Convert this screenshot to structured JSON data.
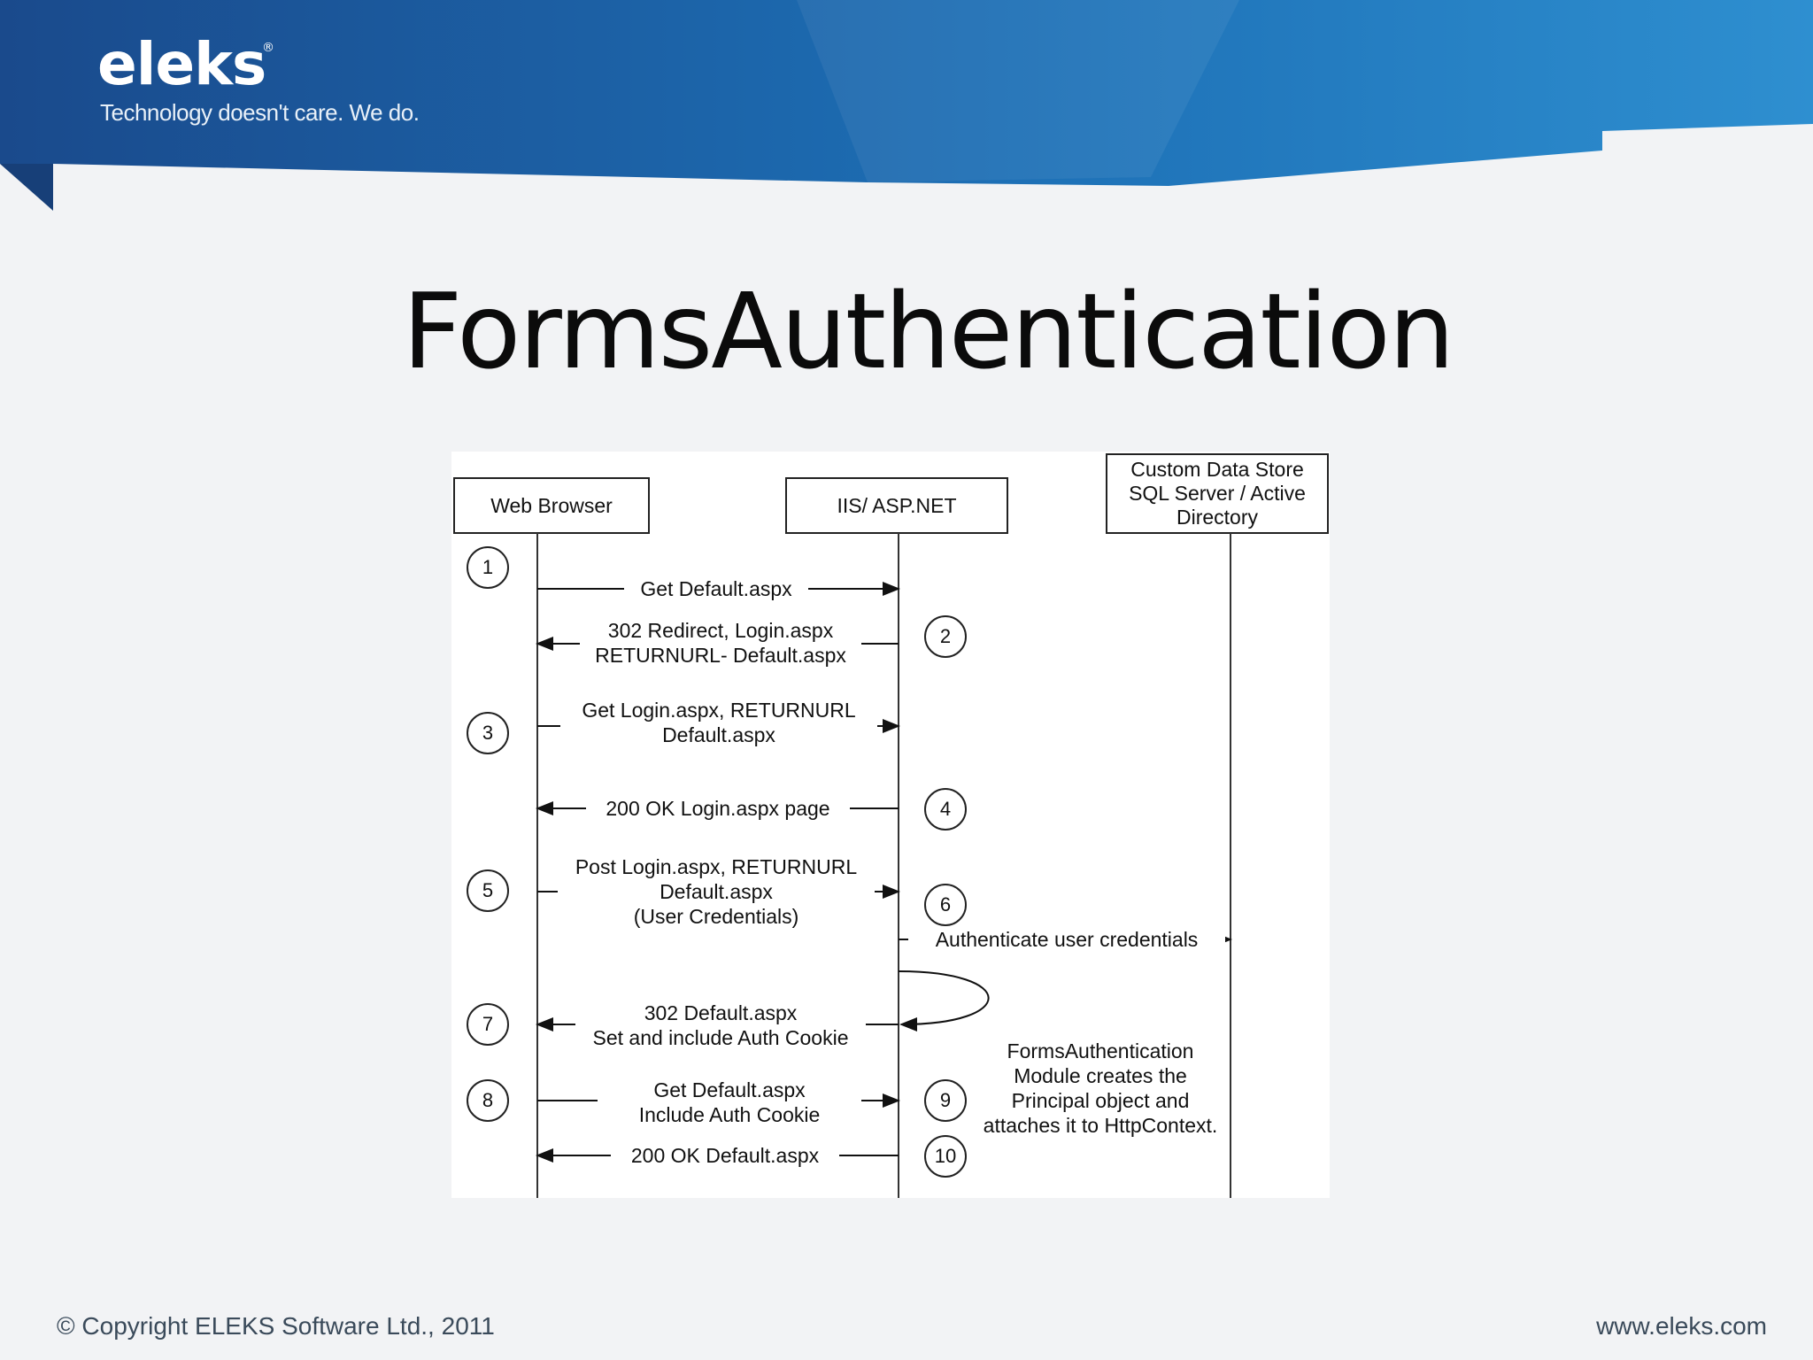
{
  "header": {
    "logo": "eleks",
    "logo_mark": "®",
    "tagline": "Technology doesn't care. We do."
  },
  "slide": {
    "title": "FormsAuthentication"
  },
  "diagram": {
    "participants": {
      "browser": "Web Browser",
      "server": "IIS/ ASP.NET",
      "store_line1": "Custom Data Store",
      "store_line2": "SQL Server / Active",
      "store_line3": "Directory"
    },
    "steps": [
      "1",
      "2",
      "3",
      "4",
      "5",
      "6",
      "7",
      "8",
      "9",
      "10"
    ],
    "messages": {
      "m1": "Get Default.aspx",
      "m2a": "302 Redirect, Login.aspx",
      "m2b": "RETURNURL- Default.aspx",
      "m3a": "Get Login.aspx, RETURNURL",
      "m3b": "Default.aspx",
      "m4": "200 OK Login.aspx page",
      "m5a": "Post Login.aspx, RETURNURL",
      "m5b": "Default.aspx",
      "m5c": "(User Credentials)",
      "m6": "Authenticate user credentials",
      "m7a": "302 Default.aspx",
      "m7b": "Set and include Auth Cookie",
      "m8a": "Get Default.aspx",
      "m8b": "Include Auth Cookie",
      "m10": "200 OK Default.aspx"
    },
    "note": {
      "l1": "FormsAuthentication",
      "l2": "Module creates the",
      "l3": "Principal object and",
      "l4": "attaches it to HttpContext."
    }
  },
  "footer": {
    "copyright": "© Copyright ELEKS Software Ltd., 2011",
    "website": "www.eleks.com"
  },
  "colors": {
    "banner_dark": "#1a4a8c",
    "banner_light": "#2e8fd0",
    "title": "#0b0b0b"
  }
}
